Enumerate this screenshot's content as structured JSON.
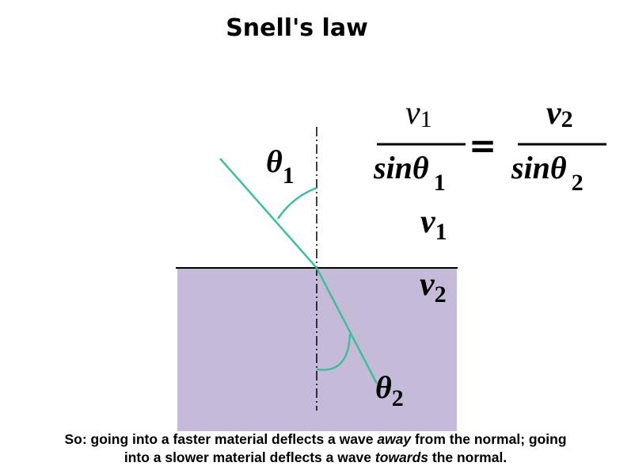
{
  "title": "Snell's law",
  "equation": {
    "left_numerator": "v",
    "left_numerator_sub": "1",
    "left_denominator": "sinθ",
    "left_denominator_sub": "1",
    "equals": "=",
    "right_numerator": "v",
    "right_numerator_sub": "2",
    "right_denominator": "sinθ",
    "right_denominator_sub": "2"
  },
  "labels": {
    "theta1": "θ",
    "theta1_sub": "1",
    "theta2": "θ",
    "theta2_sub": "2",
    "v1": "v",
    "v1_sub": "1",
    "v2": "v",
    "v2_sub": "2"
  },
  "caption": {
    "line1_a": "So: going into a faster material deflects a wave ",
    "line1_em": "away",
    "line1_b": " from the normal; going",
    "line2_a": "into a slower material deflects a wave ",
    "line2_em": "towards",
    "line2_b": " the normal."
  },
  "colors": {
    "medium_fill": "#c5bbd9",
    "ray": "#3cbf9a",
    "ink": "#000000"
  }
}
